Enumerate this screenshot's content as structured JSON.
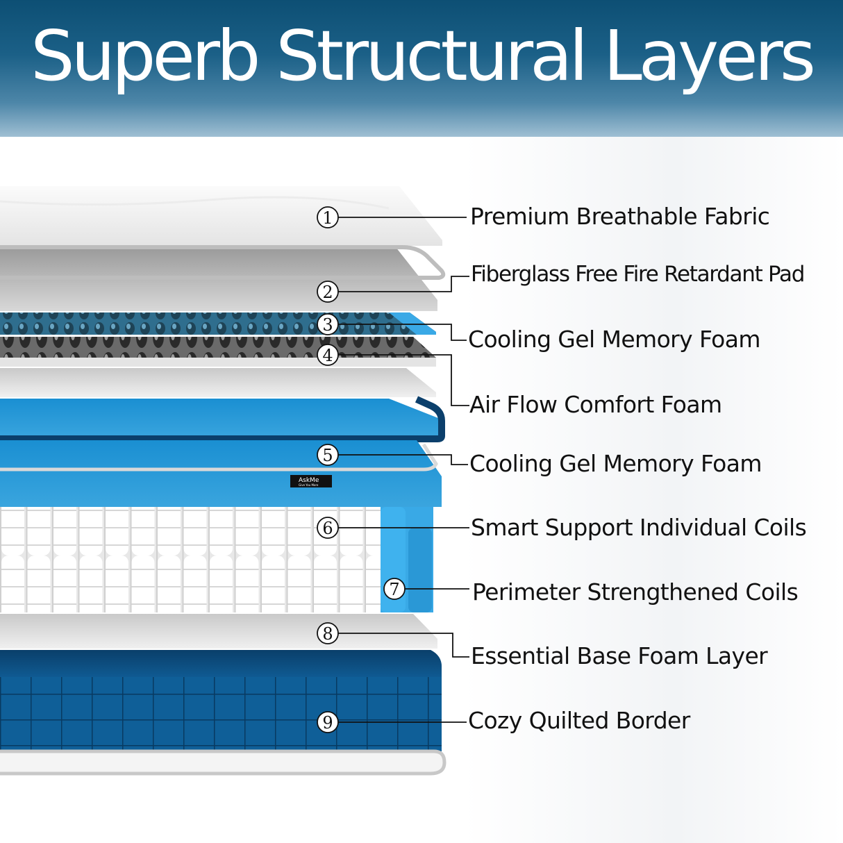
{
  "title": "Superb Structural Layers",
  "brand": {
    "name": "AskMe",
    "tagline": "Give You More"
  },
  "colors": {
    "header": "#0d4f74",
    "blue_foam": "#2f9ad6",
    "border": "#0c4c7e",
    "gel": "#39a9e6"
  },
  "layers": [
    {
      "number": "1",
      "label": "Premium Breathable Fabric"
    },
    {
      "number": "2",
      "label": "Fiberglass Free Fire Retardant Pad"
    },
    {
      "number": "3",
      "label": "Cooling Gel Memory Foam"
    },
    {
      "number": "4",
      "label": "Air Flow Comfort Foam"
    },
    {
      "number": "5",
      "label": "Cooling Gel Memory Foam"
    },
    {
      "number": "6",
      "label": "Smart Support Individual Coils"
    },
    {
      "number": "7",
      "label": "Perimeter Strengthened Coils"
    },
    {
      "number": "8",
      "label": "Essential Base Foam Layer"
    },
    {
      "number": "9",
      "label": "Cozy Quilted Border"
    }
  ]
}
